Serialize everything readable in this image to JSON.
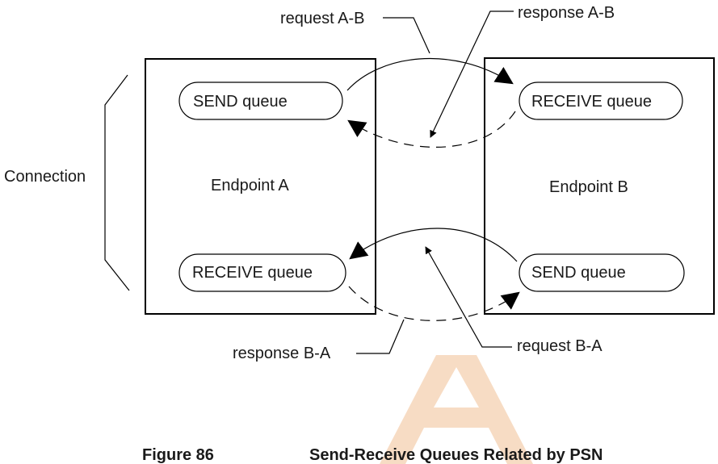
{
  "labels": {
    "request_ab": "request A-B",
    "response_ab": "response A-B",
    "request_ba": "request B-A",
    "response_ba": "response B-A",
    "connection": "Connection"
  },
  "endpoint_a": {
    "name": "Endpoint A",
    "send_queue": "SEND queue",
    "receive_queue": "RECEIVE queue"
  },
  "endpoint_b": {
    "name": "Endpoint B",
    "receive_queue": "RECEIVE queue",
    "send_queue": "SEND queue"
  },
  "caption": {
    "number": "Figure 86",
    "title": "Send-Receive Queues Related by PSN"
  },
  "watermark": {
    "text": "A",
    "color": "#f7dcc4"
  }
}
